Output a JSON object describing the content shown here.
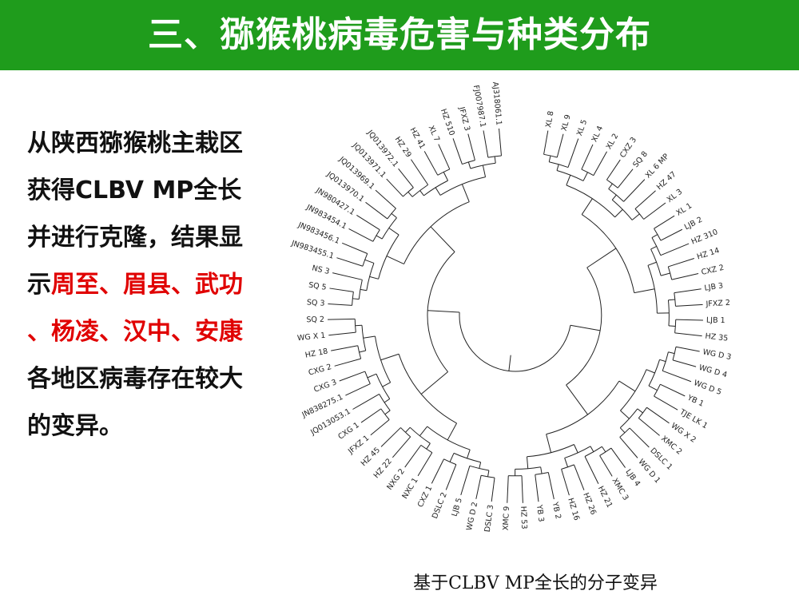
{
  "slide": {
    "title": "三、猕猴桃病毒危害与种类分布",
    "text_line1": "从陕西猕猴桃主栽区",
    "text_line2": "获得CLBV MP全长",
    "text_line3": "并进行克隆，结果显",
    "text_line4_prefix": "示",
    "text_line4_red": "周至、眉县、武功",
    "text_line5_red": "、杨凌、汉中、安康",
    "text_line6": "各地区病毒存在较大",
    "text_line7": "的变异。",
    "caption": "基于CLBV MP全长的分子变异"
  },
  "colors": {
    "header": "#1f9c1c",
    "highlight": "#e00000"
  },
  "tree": {
    "leaves": [
      "XL 8",
      "XL 9",
      "XL 5",
      "XL 4",
      "XL 2",
      "CXZ 3",
      "SQ 8",
      "XL 6 MP",
      "HZ 47",
      "XL 3",
      "XL 1",
      "LJB 2",
      "HZ 310",
      "HZ 14",
      "CXZ 2",
      "LJB 3",
      "JFXZ 2",
      "LJB 1",
      "HZ 35",
      "WG D 3",
      "WG D 4",
      "WG D 5",
      "YB 1",
      "TJE LK 1",
      "WG X 2",
      "XMC 2",
      "DSLC 1",
      "WG D 1",
      "LJB 4",
      "XMC 3",
      "HZ 21",
      "HZ 26",
      "HZ 16",
      "YB 2",
      "YB 3",
      "HZ 53",
      "XMC 9",
      "DSLC 3",
      "WG D 2",
      "LJB 5",
      "DSLC 2",
      "CXZ 1",
      "NXC 1",
      "NXG 2",
      "HZ 22",
      "HZ 45",
      "JFXZ 1",
      "CXG 1",
      "JQ013053.1",
      "JN838275.1",
      "CXG 3",
      "CXG 2",
      "HZ 18",
      "WG X 1",
      "SQ 2",
      "SQ 3",
      "SQ 5",
      "NS 3",
      "JN983455.1",
      "JN983456.1",
      "JN983454.1",
      "JN980427.1",
      "JQ013970.1",
      "JQ013969.1",
      "JQ013971.1",
      "JQ013972.1",
      "HZ 29",
      "HZ 41",
      "XL 7",
      "HZ 510",
      "JFXZ 3",
      "FJ007987.1",
      "AJ318061.1"
    ]
  }
}
